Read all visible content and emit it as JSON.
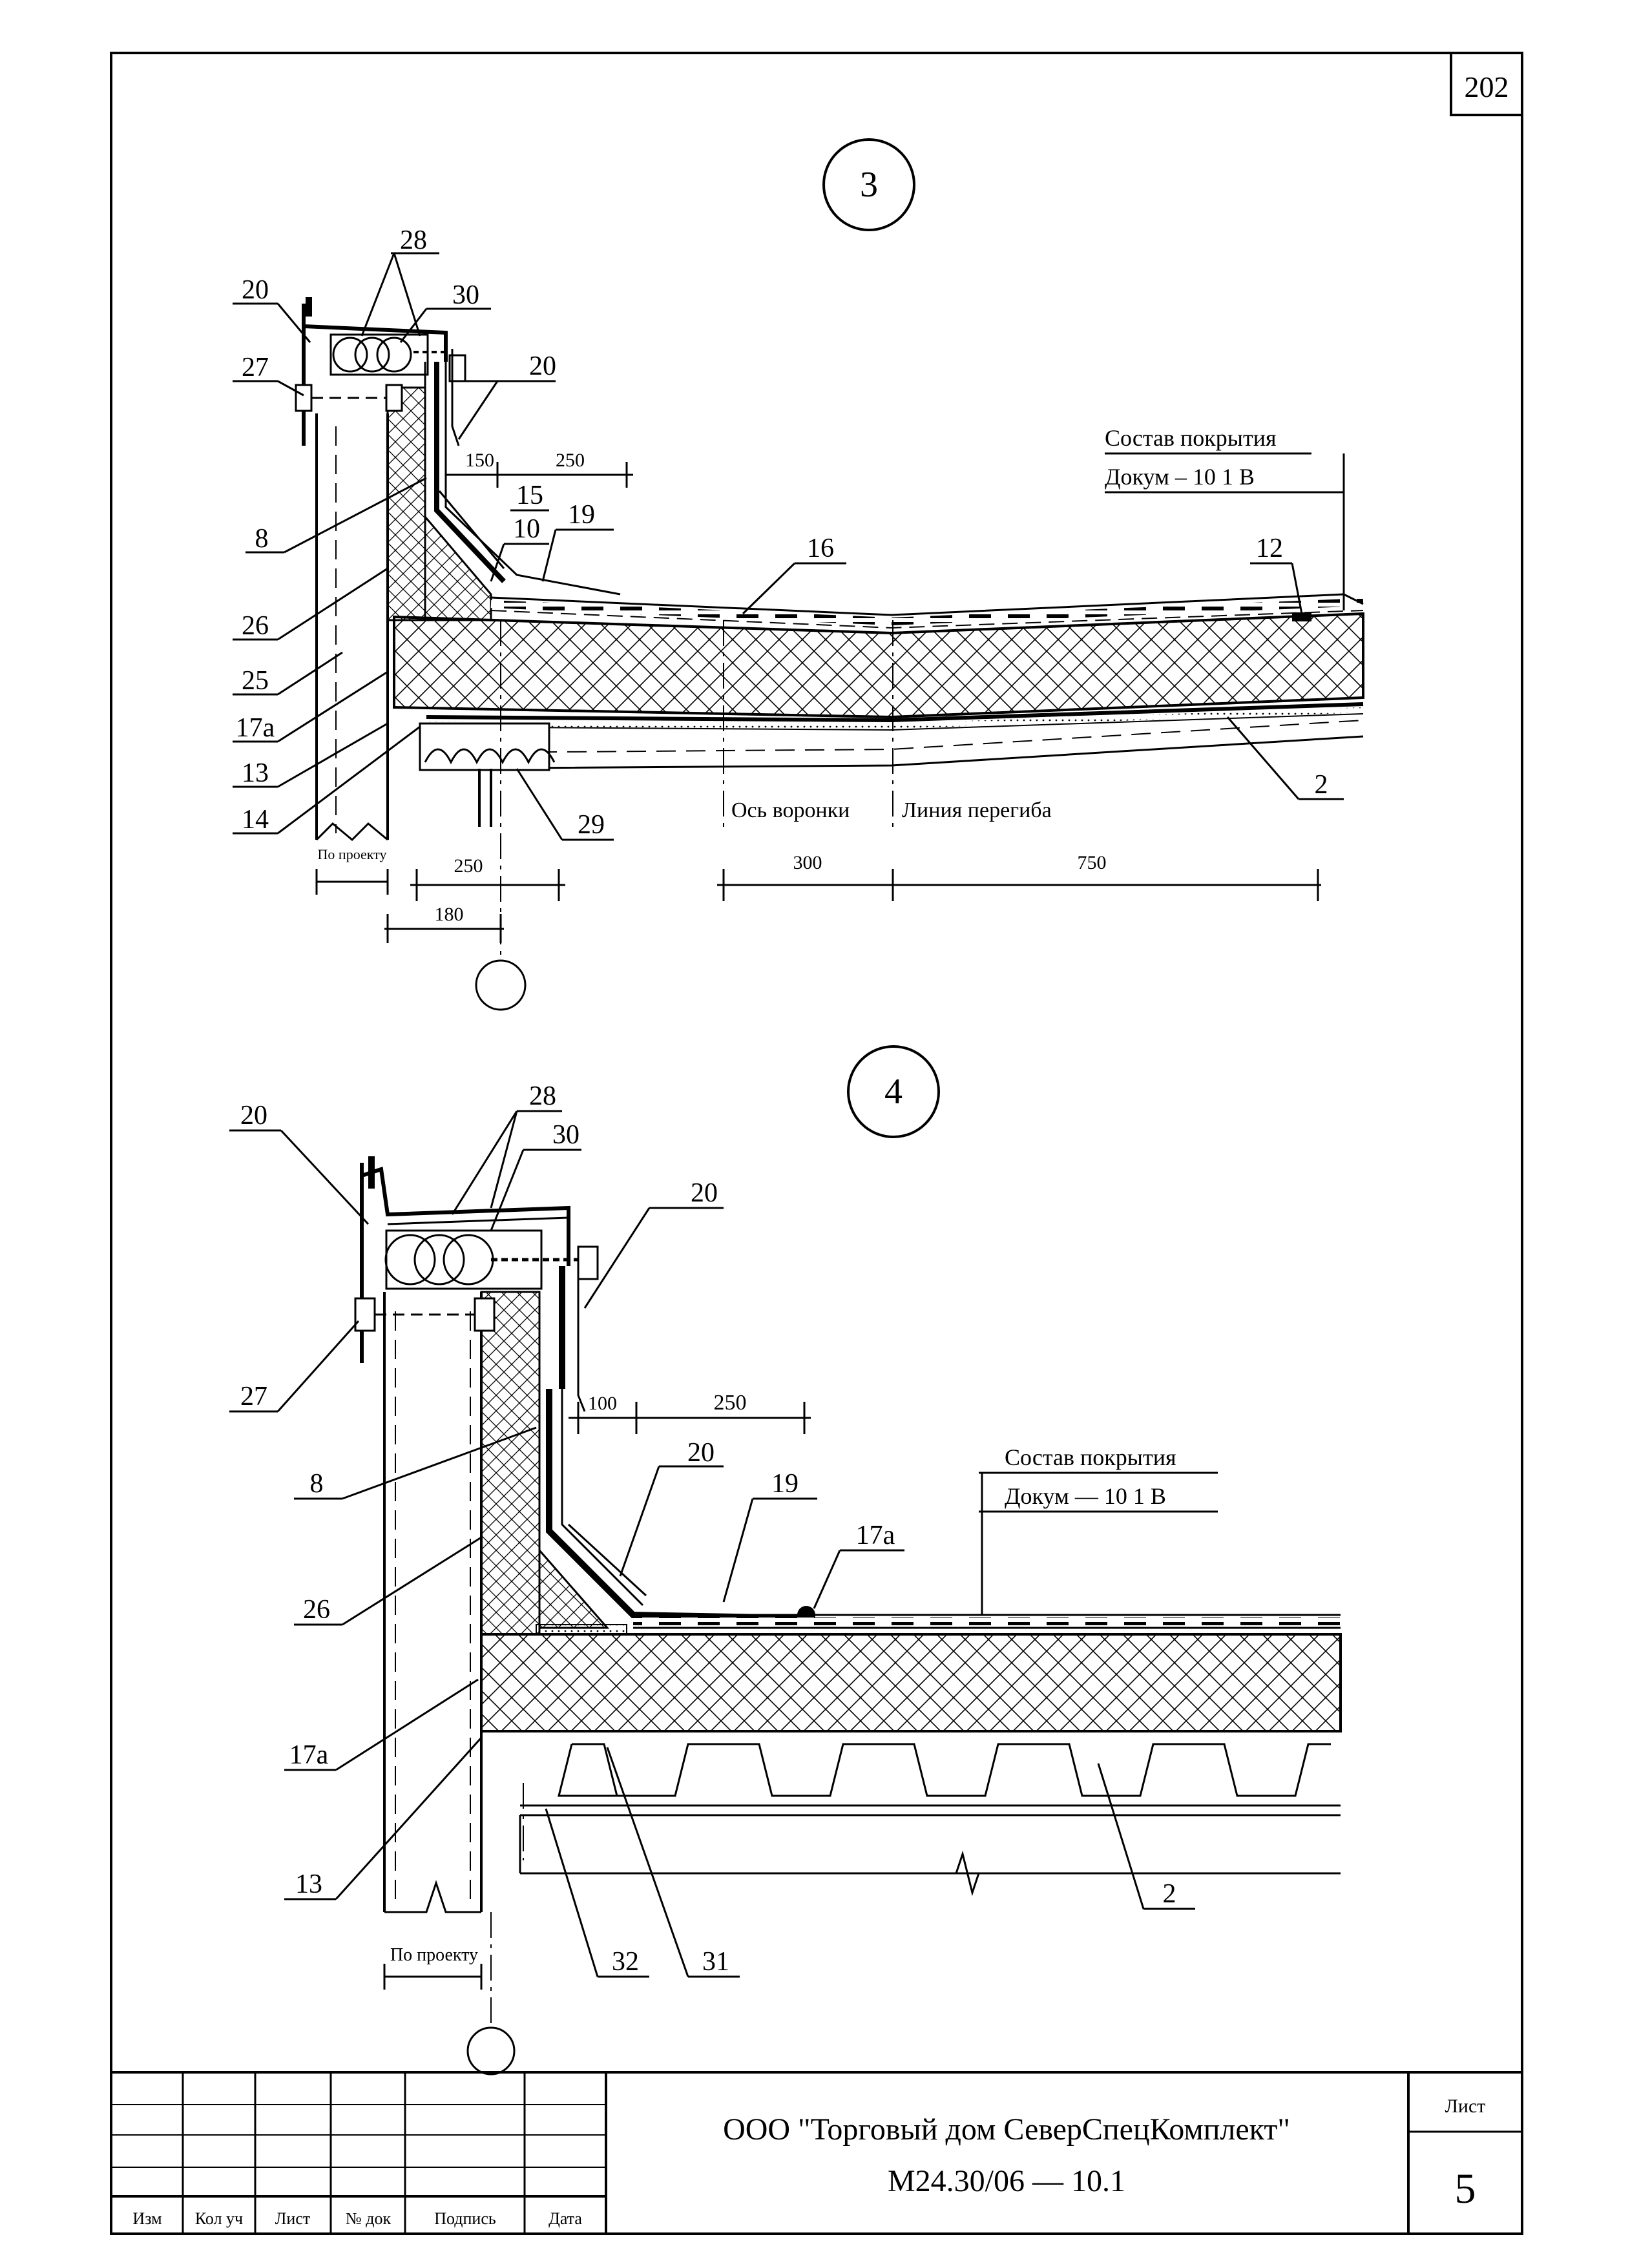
{
  "sheet": {
    "page_number": "202",
    "detail_top": {
      "marker": "3",
      "callouts": {
        "c28": "28",
        "c30": "30",
        "c20a": "20",
        "c20b": "20",
        "c27": "27",
        "c8": "8",
        "c15": "15",
        "c10": "10",
        "c19": "19",
        "c16": "16",
        "c12": "12",
        "c26": "26",
        "c25": "25",
        "c17a": "17а",
        "c13": "13",
        "c14": "14",
        "c29": "29",
        "c2": "2"
      },
      "coating_title": "Состав покрытия",
      "coating_ref": "Докум – 10 1 В",
      "funnel_axis": "Ось воронки",
      "bend_line": "Линия перегиба",
      "dims": {
        "d150": "150",
        "d250a": "250",
        "d300": "300",
        "d750": "750",
        "d250b": "250",
        "d180": "180",
        "by_project": "По проекту"
      }
    },
    "detail_bottom": {
      "marker": "4",
      "callouts": {
        "c20a": "20",
        "c28": "28",
        "c30": "30",
        "c20b": "20",
        "c27": "27",
        "c20c": "20",
        "c8": "8",
        "c19": "19",
        "c17a": "17а",
        "c26": "26",
        "c17a2": "17а",
        "c13": "13",
        "c2": "2",
        "c32": "32",
        "c31": "31"
      },
      "coating_title": "Состав покрытия",
      "coating_ref": "Докум — 10 1 В",
      "dims": {
        "d100": "100",
        "d250": "250",
        "by_project": "По проекту"
      }
    },
    "title_block": {
      "company": "ООО \"Торговый дом СеверСпецКомплект\"",
      "doc_code": "М24.30/06  —  10.1",
      "sheet_label": "Лист",
      "sheet_number": "5",
      "columns": [
        "Изм",
        "Кол уч",
        "Лист",
        "№ док",
        "Подпись",
        "Дата"
      ]
    }
  }
}
